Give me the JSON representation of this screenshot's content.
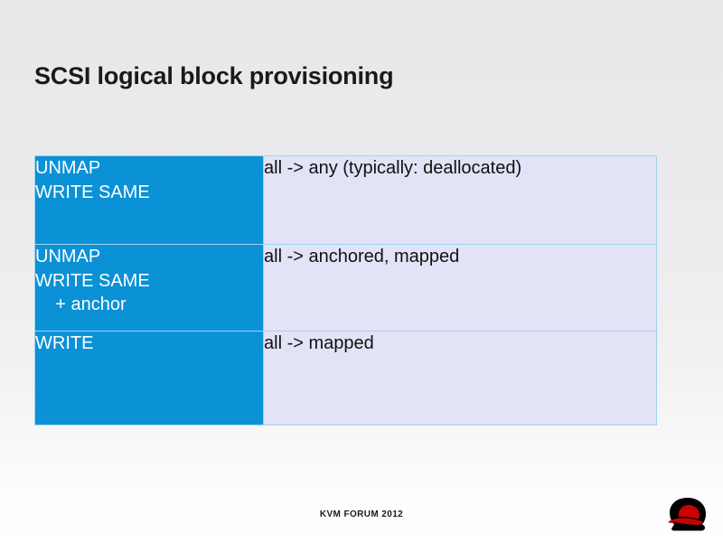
{
  "slide": {
    "title": "SCSI logical block provisioning",
    "footer": "KVM FORUM 2012",
    "logo_name": "red-hat-shadowman-logo",
    "colors": {
      "background_top": "#e8e8ea",
      "background_bottom": "#ffffff",
      "command_cell_bg": "#0b91d6",
      "command_cell_text": "#ffffff",
      "description_cell_bg": "#e3e3f8",
      "description_cell_text": "#111111",
      "cell_border": "#9fd3ef",
      "title_text": "#1a1a1a",
      "logo_red": "#cc0000",
      "logo_black": "#000000"
    }
  },
  "table": {
    "rows": [
      {
        "command": "UNMAP\nWRITE SAME",
        "description": "all -> any (typically: deallocated)"
      },
      {
        "command": "UNMAP\nWRITE SAME\n    + anchor",
        "description": "all -> anchored, mapped"
      },
      {
        "command": "WRITE",
        "description": "all -> mapped"
      }
    ]
  }
}
